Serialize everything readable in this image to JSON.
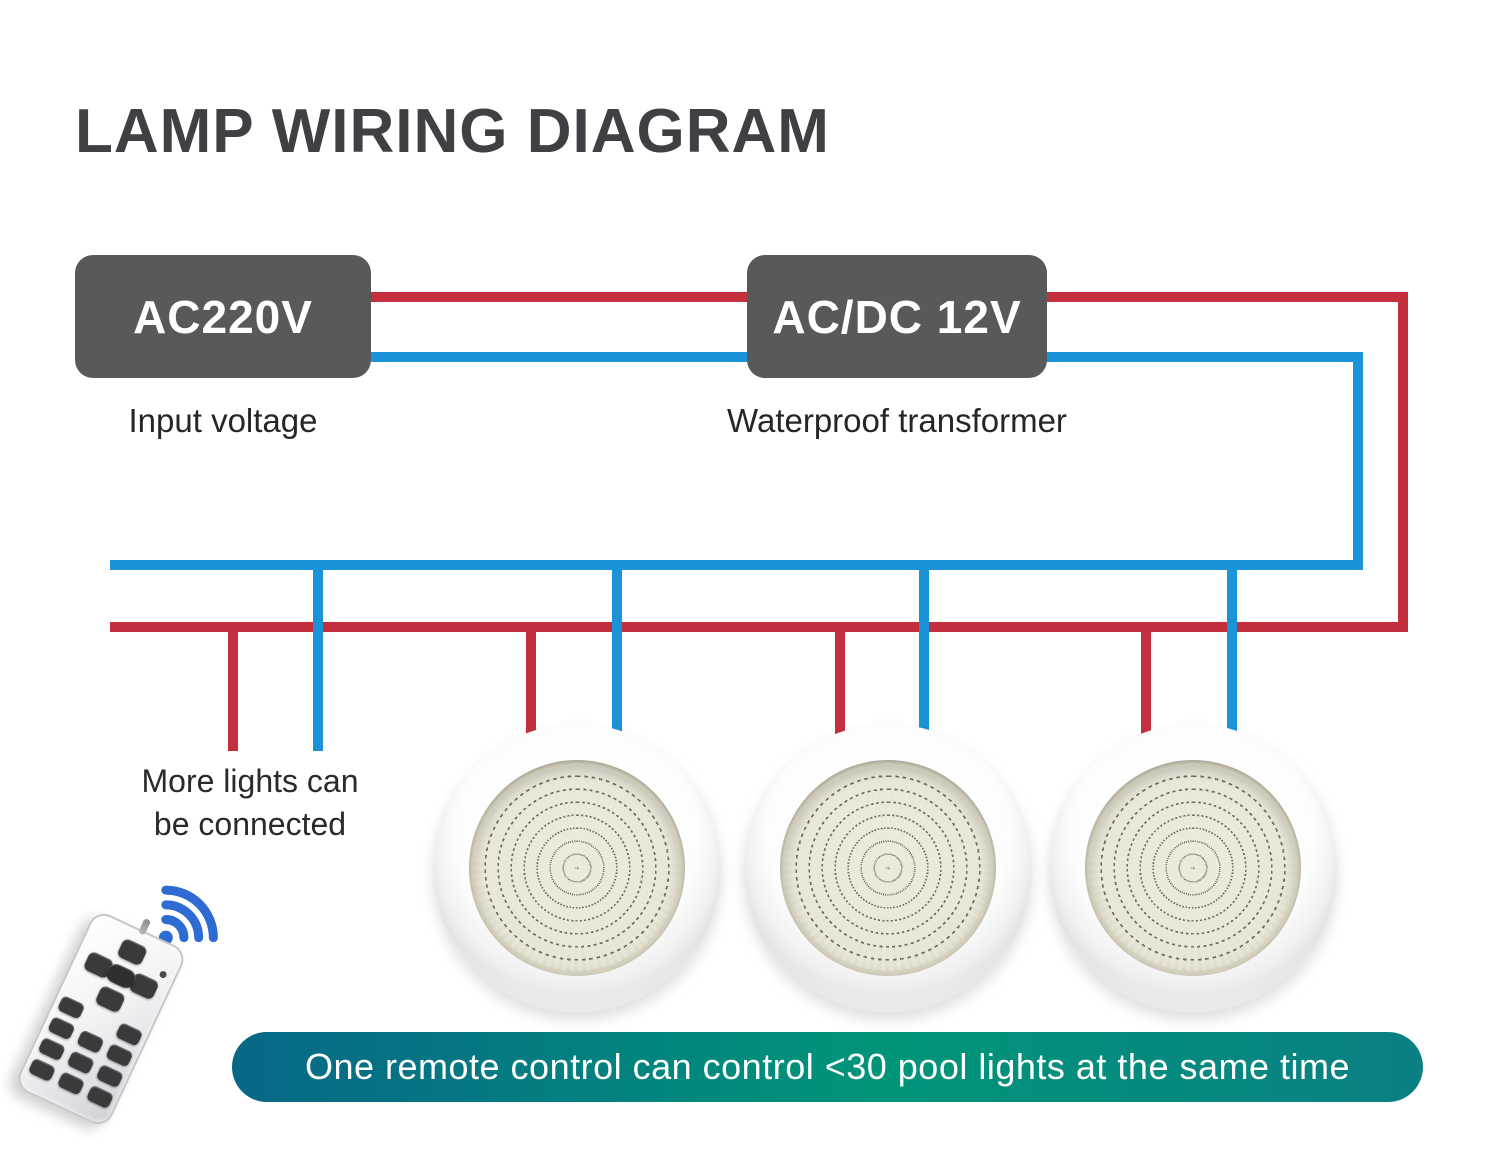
{
  "title": "LAMP WIRING DIAGRAM",
  "diagram": {
    "input_box": {
      "label": "AC220V",
      "caption": "Input voltage"
    },
    "transformer_box": {
      "label": "AC/DC 12V",
      "caption": "Waterproof transformer"
    },
    "more_lights_note": {
      "line1": "More lights can",
      "line2": "be connected"
    },
    "pool_light_count": 3
  },
  "banner": {
    "text": "One remote control can control <30 pool lights at the same time"
  },
  "icons": {
    "wifi": "wifi-icon",
    "remote": "remote-control"
  },
  "colors": {
    "wire-red": "#c42f3e",
    "wire-blue": "#1b93d8",
    "box-bg": "#58595b",
    "box-text": "#ffffff",
    "title-text": "#3f4043",
    "caption-text": "#272527",
    "banner-left": "#076787",
    "banner-mid": "#009579",
    "banner-right": "#0b7f84",
    "banner-text": "#ffffff",
    "wifi-blue": "#2e6bd3",
    "light-face": "#eae7d8",
    "light-dot": "#6f6e57"
  }
}
